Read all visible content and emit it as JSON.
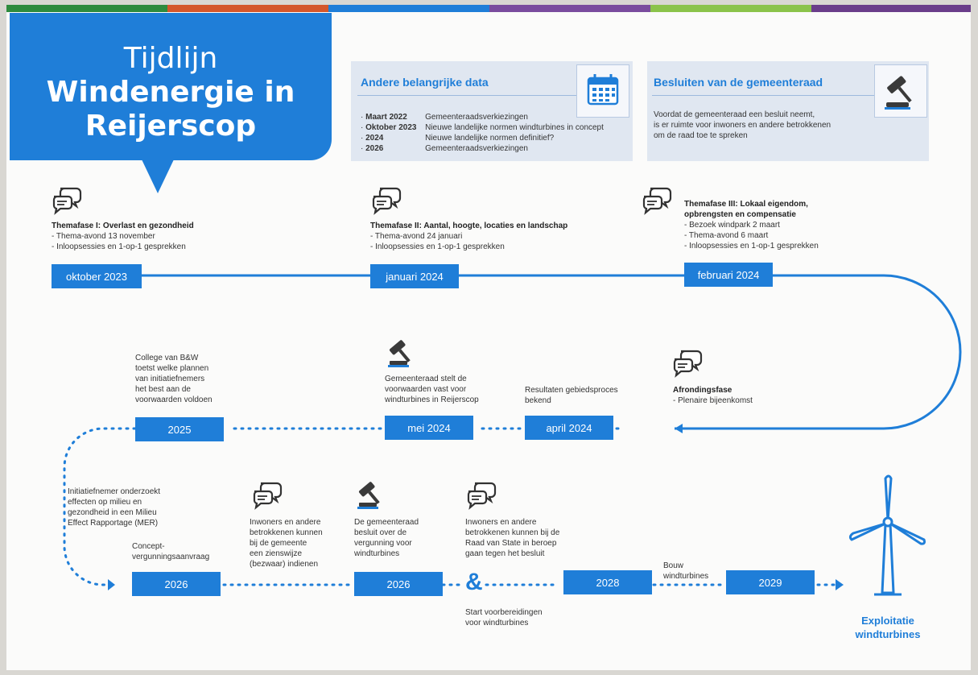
{
  "colors": {
    "blue": "#1f7ed8",
    "strip": [
      "#2e8b3e",
      "#d4572b",
      "#1f7ed8",
      "#7a4c9e",
      "#8bc34a",
      "#6a3d8a"
    ]
  },
  "title": {
    "line1": "Tijdlijn",
    "line2": "Windenergie in",
    "line3": "Reijerscop"
  },
  "data_box": {
    "heading": "Andere belangrijke data",
    "icon": "calendar-icon",
    "rows": [
      {
        "date": "Maart 2022",
        "text": "Gemeenteraadsverkiezingen"
      },
      {
        "date": "Oktober 2023",
        "text": "Nieuwe landelijke normen windturbines in concept"
      },
      {
        "date": "2024",
        "text": "Nieuwe landelijke normen definitief?"
      },
      {
        "date": "2026",
        "text": "Gemeenteraadsverkiezingen"
      }
    ]
  },
  "council_box": {
    "heading": "Besluiten van de gemeenteraad",
    "icon": "gavel-icon",
    "lines": [
      "Voordat de gemeenteraad een besluit neemt,",
      "is er ruimte voor inwoners en andere betrokkenen",
      "om de raad toe te spreken"
    ]
  },
  "phase1": {
    "title": "Themafase I: Overlast en gezondheid",
    "lines": [
      "- Thema-avond 13 november",
      "- Inloopsessies en 1-op-1 gesprekken"
    ],
    "date": "oktober 2023"
  },
  "phase2": {
    "title": "Themafase II: Aantal, hoogte, locaties en landschap",
    "lines": [
      "- Thema-avond 24 januari",
      "- Inloopsessies en 1-op-1 gesprekken"
    ],
    "date": "januari 2024"
  },
  "phase3": {
    "title1": "Themafase III: Lokaal eigendom,",
    "title2": "opbrengsten en compensatie",
    "lines": [
      "- Bezoek windpark 2 maart",
      "- Thema-avond 6 maart",
      "- Inloopsessies en 1-op-1 gesprekken"
    ],
    "date": "februari 2024"
  },
  "row2": {
    "final": {
      "title": "Afrondingsfase",
      "line": "- Plenaire bijeenkomst"
    },
    "april": {
      "lines": [
        "Resultaten gebiedsproces",
        "bekend"
      ],
      "date": "april 2024"
    },
    "mei": {
      "lines": [
        "Gemeenteraad stelt de",
        "voorwaarden vast voor",
        "windturbines in Reijerscop"
      ],
      "date": "mei 2024"
    },
    "y2025": {
      "lines": [
        "College van B&W",
        "toetst welke plannen",
        "van initiatiefnemers",
        "het best aan de",
        "voorwaarden voldoen"
      ],
      "date": "2025"
    }
  },
  "row3": {
    "mer": {
      "lines": [
        "Initiatiefnemer onderzoekt",
        "effecten op milieu en",
        "gezondheid in een Milieu",
        "Effect Rapportage (MER)"
      ]
    },
    "aanvraag": {
      "lines": [
        "Concept-",
        "vergunningsaanvraag"
      ],
      "date": "2026"
    },
    "zienswijze": {
      "lines": [
        "Inwoners en andere",
        "betrokkenen kunnen",
        "bij de gemeente",
        "een zienswijze",
        "(bezwaar) indienen"
      ]
    },
    "besluit": {
      "lines": [
        "De gemeenteraad",
        "besluit over de",
        "vergunning voor",
        "windturbines"
      ],
      "date": "2026"
    },
    "amp": "&",
    "beroep": {
      "lines": [
        "Inwoners en andere",
        "betrokkenen kunnen bij de",
        "Raad van State in beroep",
        "gaan tegen het besluit"
      ]
    },
    "voorbereiding": {
      "lines": [
        "Start voorbereidingen",
        "voor windturbines"
      ]
    },
    "y2028": {
      "date": "2028"
    },
    "bouw": {
      "lines": [
        "Bouw",
        "windturbines"
      ]
    },
    "y2029": {
      "date": "2029"
    },
    "exploit": {
      "line1": "Exploitatie",
      "line2": "windturbines"
    }
  }
}
